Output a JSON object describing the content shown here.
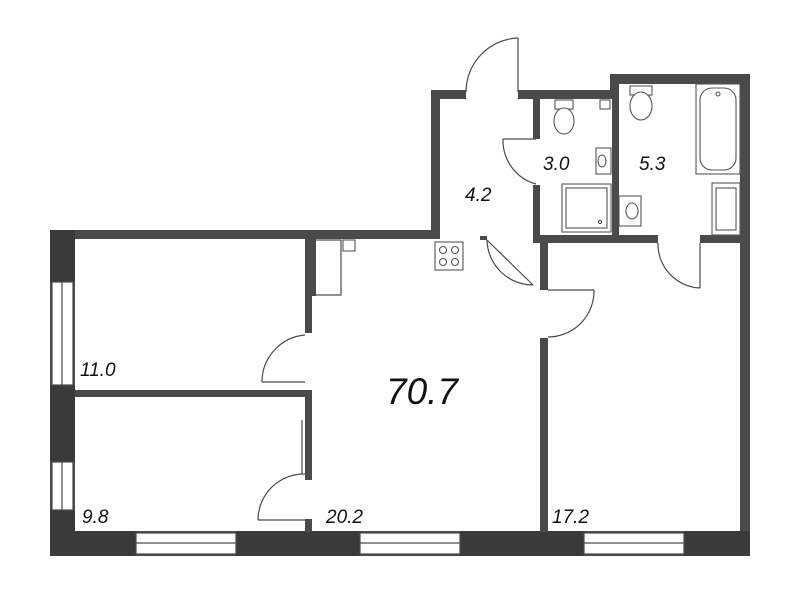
{
  "plan": {
    "total_area": "70.7",
    "rooms": [
      {
        "id": "bedroom-top",
        "area": "11.0"
      },
      {
        "id": "bedroom-bottom",
        "area": "9.8"
      },
      {
        "id": "living-kitchen",
        "area": "20.2"
      },
      {
        "id": "bedroom-right",
        "area": "17.2"
      },
      {
        "id": "hallway",
        "area": "4.2"
      },
      {
        "id": "toilet",
        "area": "3.0"
      },
      {
        "id": "bathroom",
        "area": "5.3"
      }
    ]
  }
}
